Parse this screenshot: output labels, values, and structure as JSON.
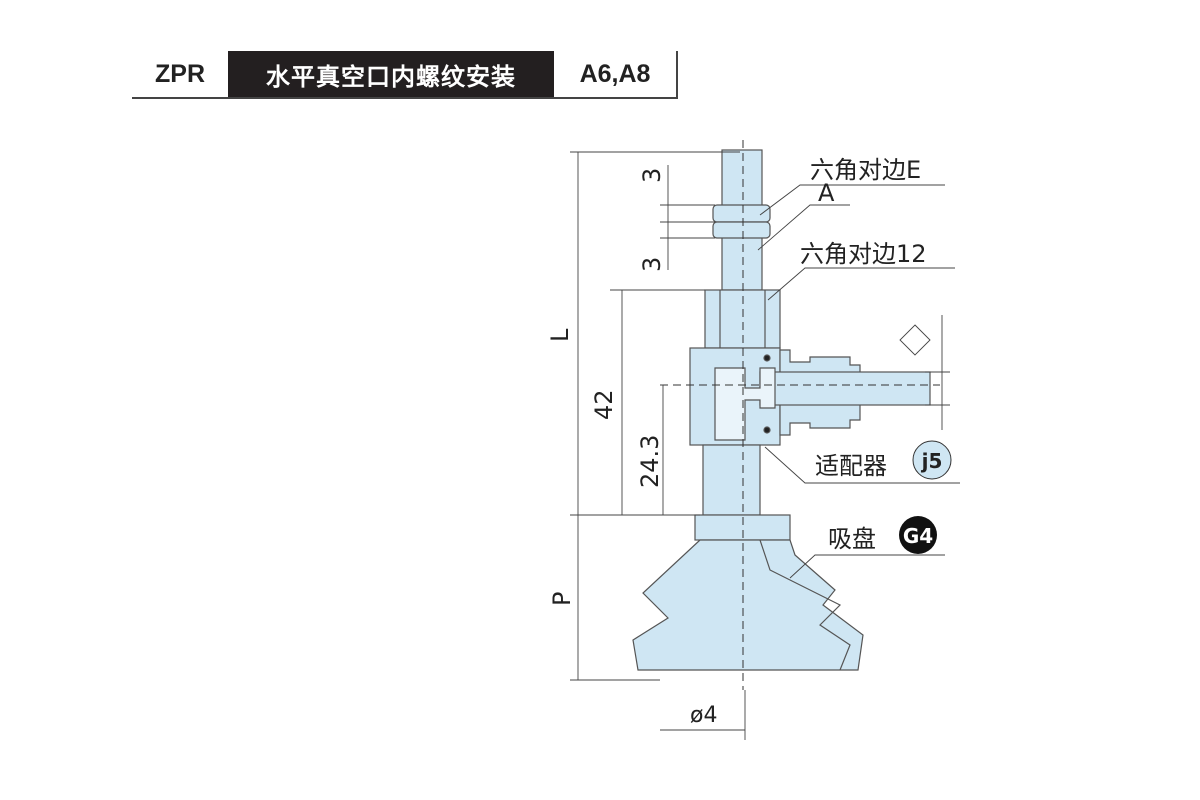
{
  "header": {
    "model": "ZPR",
    "title": "水平真空口内螺纹安装",
    "sizes": "A6,A8"
  },
  "dimensions": {
    "L": "L",
    "d42": "42",
    "d24_3": "24.3",
    "d3_top": "3",
    "d3_bottom": "3",
    "P": "P",
    "phi4": "ø4"
  },
  "labels": {
    "hex_e": "六角对边E",
    "a": "A",
    "hex_12": "六角对边12",
    "adapter": "适配器",
    "adapter_code": "j5",
    "pad": "吸盘",
    "pad_code": "G4"
  },
  "colors": {
    "part_fill": "#cfe6f3",
    "line": "#333333",
    "header_bg": "#231f20"
  }
}
